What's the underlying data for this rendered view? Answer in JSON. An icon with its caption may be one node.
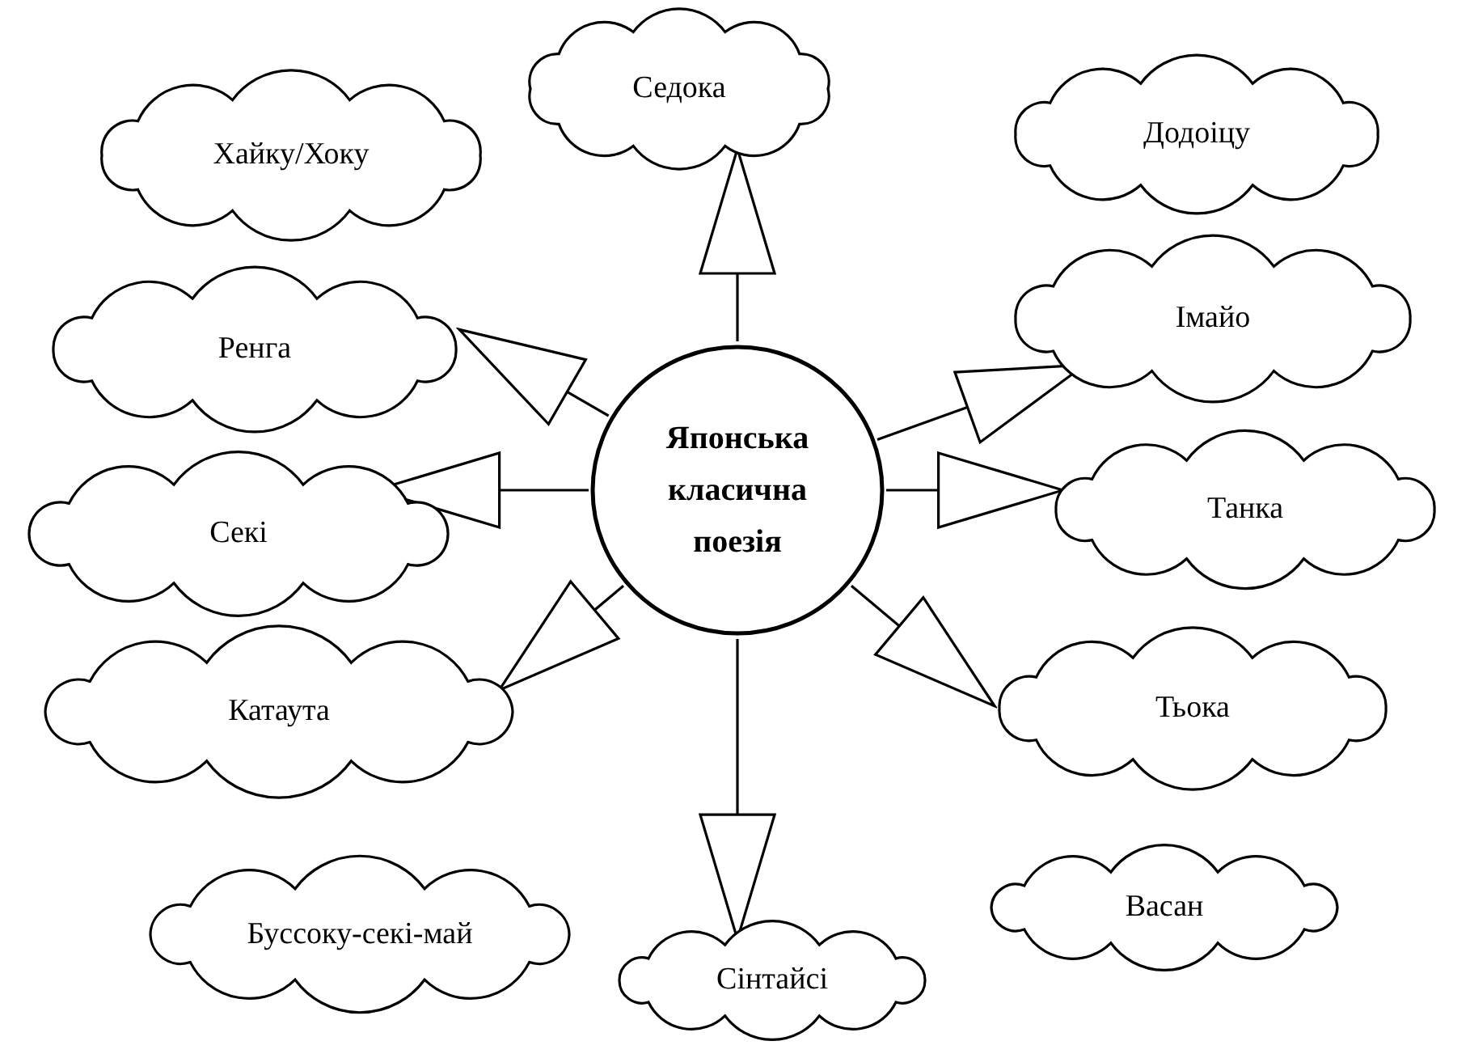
{
  "diagram": {
    "nodes": [
      {
        "text": [
          "Японська класична поезія"
        ]
      },
      {
        "text": [
          "Седока"
        ]
      },
      {
        "text": [
          "Хайку/Хоку"
        ]
      },
      {
        "text": [
          "Додоіцу"
        ]
      },
      {
        "text": [
          "Ренга"
        ]
      },
      {
        "text": [
          "Імайо"
        ]
      },
      {
        "text": [
          "Секі"
        ]
      },
      {
        "text": [
          "Танка"
        ]
      },
      {
        "text": [
          "Катаута"
        ]
      },
      {
        "text": [
          "Тьока"
        ]
      },
      {
        "text": [
          "Буссоку-секі-май"
        ]
      },
      {
        "text": [
          "Васан"
        ]
      },
      {
        "text": [
          "Сінтайсі"
        ]
      }
    ],
    "edges": [
      {
        "from": 0,
        "to": 1,
        "arrow": "to"
      },
      {
        "from": 0,
        "to": 4,
        "arrow": "to"
      },
      {
        "from": 0,
        "to": 5,
        "arrow": "to"
      },
      {
        "from": 0,
        "to": 6,
        "arrow": "to"
      },
      {
        "from": 0,
        "to": 7,
        "arrow": "to"
      },
      {
        "from": 0,
        "to": 8,
        "arrow": "to"
      },
      {
        "from": 0,
        "to": 9,
        "arrow": "to"
      },
      {
        "from": 0,
        "to": 12,
        "arrow": "to"
      }
    ]
  }
}
